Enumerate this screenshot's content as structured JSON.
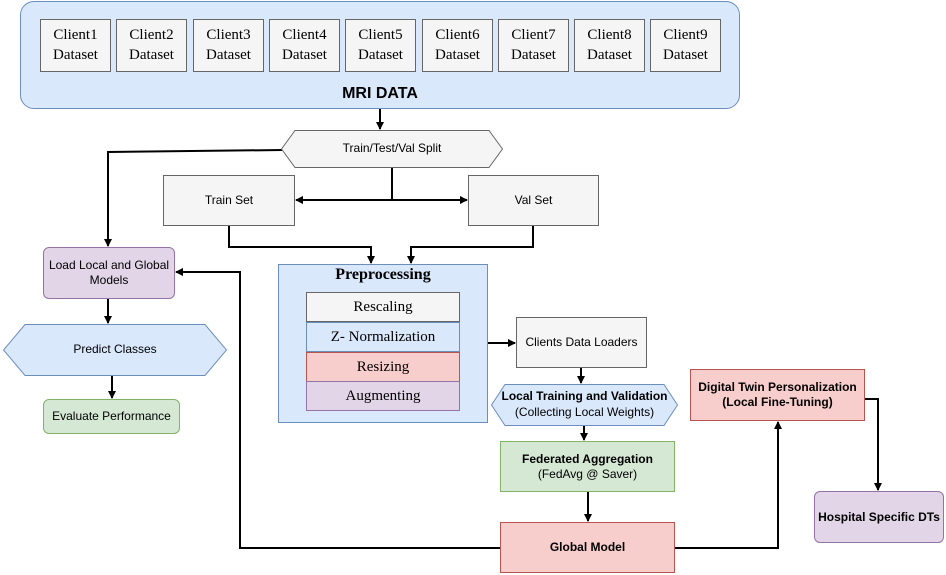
{
  "mri": {
    "title": "MRI DATA",
    "clients": [
      {
        "name": "Client1",
        "sub": "Dataset"
      },
      {
        "name": "Client2",
        "sub": "Dataset"
      },
      {
        "name": "Client3",
        "sub": "Dataset"
      },
      {
        "name": "Client4",
        "sub": "Dataset"
      },
      {
        "name": "Client5",
        "sub": "Dataset"
      },
      {
        "name": "Client6",
        "sub": "Dataset"
      },
      {
        "name": "Client7",
        "sub": "Dataset"
      },
      {
        "name": "Client8",
        "sub": "Dataset"
      },
      {
        "name": "Client9",
        "sub": "Dataset"
      }
    ]
  },
  "split": {
    "label": "Train/Test/Val Split"
  },
  "train_set": {
    "label": "Train Set"
  },
  "val_set": {
    "label": "Val Set"
  },
  "preprocessing": {
    "title": "Preprocessing",
    "steps": [
      {
        "label": "Rescaling"
      },
      {
        "label": "Z- Normalization"
      },
      {
        "label": "Resizing"
      },
      {
        "label": "Augmenting"
      }
    ]
  },
  "load_models": {
    "label": "Load Local and Global Models"
  },
  "predict": {
    "label": "Predict Classes"
  },
  "evaluate": {
    "label": "Evaluate Performance"
  },
  "data_loaders": {
    "label": "Clients Data Loaders"
  },
  "local_training": {
    "line1": "Local Training and Validation",
    "line2": "(Collecting Local Weights)"
  },
  "aggregation": {
    "line1": "Federated Aggregation",
    "line2": "(FedAvg @ Saver)"
  },
  "global_model": {
    "label": "Global Model"
  },
  "digital_twin": {
    "line1": "Digital Twin Personalization",
    "line2": "(Local Fine-Tuning)"
  },
  "hospital": {
    "label": "Hospital Specific DTs"
  },
  "colors": {
    "blue_fill": "#dae8fc",
    "blue_stroke": "#6c8ebf",
    "grey_fill": "#f5f5f5",
    "grey_stroke": "#666666",
    "purple_fill": "#e1d5e7",
    "purple_stroke": "#9673a6",
    "green_fill": "#d5e8d4",
    "green_stroke": "#82b366",
    "red_fill": "#f8cecc",
    "red_stroke": "#b85450",
    "edge": "#000000"
  }
}
